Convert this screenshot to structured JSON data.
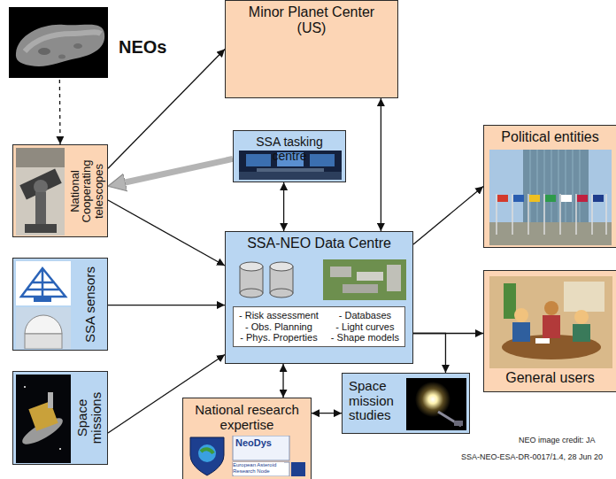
{
  "diagram": {
    "nodes": [
      {
        "text": [
          "NEOs"
        ]
      },
      {
        "text": [
          "Minor Planet Center (US)"
        ]
      },
      {
        "text": [
          "SSA tasking centre"
        ]
      },
      {
        "text": [
          "National Cooperating telescopes"
        ]
      },
      {
        "text": [
          "Political entities"
        ]
      },
      {
        "text": [
          "SSA-NEO Data Centre"
        ]
      },
      {
        "text": [
          "- Risk assessment",
          "- Obs. Planning",
          "- Phys. Properties",
          "- Databases",
          "- Light curves",
          "- Shape models"
        ],
        "in": 5
      },
      {
        "text": [
          "SSA sensors"
        ]
      },
      {
        "text": [
          "General users"
        ]
      },
      {
        "text": [
          "Space missions"
        ]
      },
      {
        "text": [
          "Space mission studies"
        ]
      },
      {
        "text": [
          "National research expertise"
        ]
      }
    ],
    "edges": [
      {
        "from": 0,
        "to": 3,
        "arrow": "to"
      },
      {
        "from": 3,
        "to": 1,
        "arrow": "to"
      },
      {
        "from": 2,
        "to": 3,
        "arrow": "to"
      },
      {
        "from": 3,
        "to": 5,
        "arrow": "to"
      },
      {
        "from": 1,
        "to": 5,
        "arrow": "both"
      },
      {
        "from": 2,
        "to": 5,
        "arrow": "both"
      },
      {
        "from": 5,
        "to": 4,
        "arrow": "to"
      },
      {
        "from": 5,
        "to": 8,
        "arrow": "to"
      },
      {
        "from": 5,
        "to": 10,
        "arrow": "to"
      },
      {
        "from": 7,
        "to": 5,
        "arrow": "to"
      },
      {
        "from": 9,
        "to": 5,
        "arrow": "to"
      },
      {
        "from": 5,
        "to": 11,
        "arrow": "both"
      },
      {
        "from": 11,
        "to": 10,
        "arrow": "both"
      }
    ],
    "labels": [
      "NEO image credit: JA",
      "SSA-NEO-ESA-DR-0017/1.4, 28 Jun 20",
      "NeoDys",
      "European Asteroid Research Node"
    ]
  }
}
